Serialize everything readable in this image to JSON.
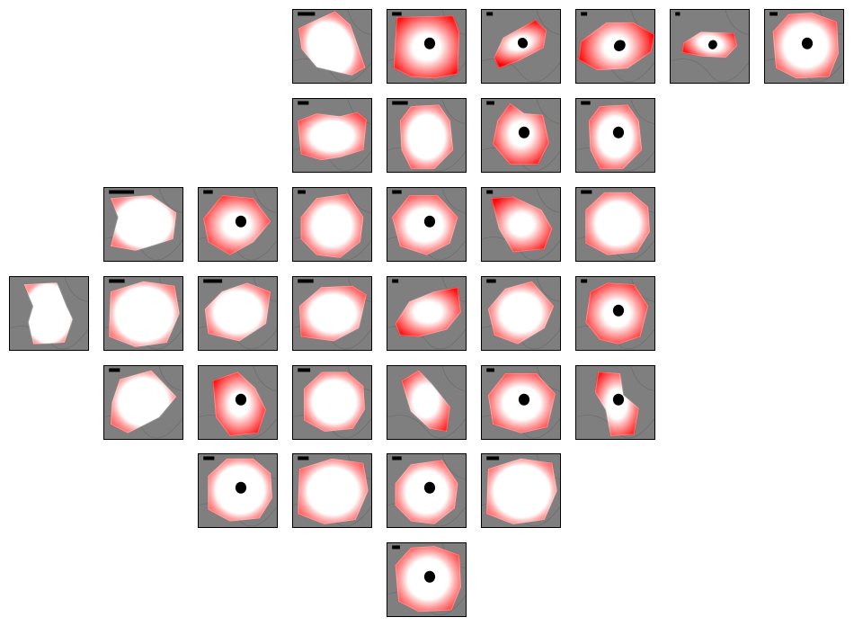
{
  "figure": {
    "background": "#ffffff",
    "tile_background": "#7f7f7f",
    "cell_fill": "#ffffff",
    "cell_edge_stain": "#ff0000",
    "nucleus_color": "#000000",
    "scale_bar_color": "#000000"
  },
  "tiles": [
    {
      "name": "tile-r0-c3",
      "row": 0,
      "col": 3,
      "shape": "A",
      "nucleus": false,
      "stain": 0.35,
      "bar": 22,
      "rot": -20,
      "scale": 1.0
    },
    {
      "name": "tile-r0-c4",
      "row": 0,
      "col": 4,
      "shape": "B",
      "nucleus": true,
      "stain": 0.9,
      "bar": 12,
      "rot": 0,
      "scale": 1.0
    },
    {
      "name": "tile-r0-c5",
      "row": 0,
      "col": 5,
      "shape": "C",
      "nucleus": true,
      "stain": 1.0,
      "bar": 8,
      "rot": -18,
      "scale": 0.9
    },
    {
      "name": "tile-r0-c6",
      "row": 0,
      "col": 6,
      "shape": "D",
      "nucleus": true,
      "stain": 1.0,
      "bar": 8,
      "rot": 35,
      "scale": 1.0
    },
    {
      "name": "tile-r0-c7",
      "row": 0,
      "col": 7,
      "shape": "C",
      "nucleus": true,
      "stain": 0.85,
      "bar": 6,
      "rot": 15,
      "scale": 0.8
    },
    {
      "name": "tile-r0-c8",
      "row": 0,
      "col": 8,
      "shape": "E",
      "nucleus": true,
      "stain": 0.55,
      "bar": 10,
      "rot": 0,
      "scale": 1.0
    },
    {
      "name": "tile-r1-c3",
      "row": 1,
      "col": 3,
      "shape": "F",
      "nucleus": false,
      "stain": 0.6,
      "bar": 14,
      "rot": 0,
      "scale": 1.0
    },
    {
      "name": "tile-r1-c4",
      "row": 1,
      "col": 4,
      "shape": "G",
      "nucleus": false,
      "stain": 0.5,
      "bar": 20,
      "rot": 0,
      "scale": 1.0
    },
    {
      "name": "tile-r1-c5",
      "row": 1,
      "col": 5,
      "shape": "H",
      "nucleus": true,
      "stain": 0.95,
      "bar": 10,
      "rot": 0,
      "scale": 1.0
    },
    {
      "name": "tile-r1-c6",
      "row": 1,
      "col": 6,
      "shape": "G",
      "nucleus": true,
      "stain": 0.6,
      "bar": 12,
      "rot": 0,
      "scale": 1.0
    },
    {
      "name": "tile-r2-c1",
      "row": 2,
      "col": 1,
      "shape": "I",
      "nucleus": false,
      "stain": 0.25,
      "bar": 32,
      "rot": 0,
      "scale": 1.0
    },
    {
      "name": "tile-r2-c2",
      "row": 2,
      "col": 2,
      "shape": "J",
      "nucleus": true,
      "stain": 0.95,
      "bar": 12,
      "rot": 0,
      "scale": 1.0
    },
    {
      "name": "tile-r2-c3",
      "row": 2,
      "col": 3,
      "shape": "K",
      "nucleus": false,
      "stain": 0.6,
      "bar": 10,
      "rot": 0,
      "scale": 1.0
    },
    {
      "name": "tile-r2-c4",
      "row": 2,
      "col": 4,
      "shape": "L",
      "nucleus": true,
      "stain": 0.7,
      "bar": 12,
      "rot": 0,
      "scale": 1.0
    },
    {
      "name": "tile-r2-c5",
      "row": 2,
      "col": 5,
      "shape": "M",
      "nucleus": false,
      "stain": 0.95,
      "bar": 8,
      "rot": 0,
      "scale": 1.0
    },
    {
      "name": "tile-r2-c6",
      "row": 2,
      "col": 6,
      "shape": "N",
      "nucleus": false,
      "stain": 0.5,
      "bar": 14,
      "rot": 0,
      "scale": 1.0
    },
    {
      "name": "tile-r3-c0",
      "row": 3,
      "col": 0,
      "shape": "O",
      "nucleus": false,
      "stain": 0.1,
      "bar": 0,
      "rot": 0,
      "scale": 1.0
    },
    {
      "name": "tile-r3-c1",
      "row": 3,
      "col": 1,
      "shape": "P",
      "nucleus": false,
      "stain": 0.3,
      "bar": 20,
      "rot": 0,
      "scale": 1.0
    },
    {
      "name": "tile-r3-c2",
      "row": 3,
      "col": 2,
      "shape": "Q",
      "nucleus": false,
      "stain": 0.45,
      "bar": 24,
      "rot": 0,
      "scale": 1.0
    },
    {
      "name": "tile-r3-c3",
      "row": 3,
      "col": 3,
      "shape": "R",
      "nucleus": false,
      "stain": 0.5,
      "bar": 20,
      "rot": 0,
      "scale": 1.0
    },
    {
      "name": "tile-r3-c4",
      "row": 3,
      "col": 4,
      "shape": "S",
      "nucleus": false,
      "stain": 0.9,
      "bar": 8,
      "rot": 0,
      "scale": 1.0
    },
    {
      "name": "tile-r3-c5",
      "row": 3,
      "col": 5,
      "shape": "T",
      "nucleus": false,
      "stain": 0.6,
      "bar": 12,
      "rot": 0,
      "scale": 1.0
    },
    {
      "name": "tile-r3-c6",
      "row": 3,
      "col": 6,
      "shape": "U",
      "nucleus": true,
      "stain": 0.9,
      "bar": 8,
      "rot": 0,
      "scale": 1.0
    },
    {
      "name": "tile-r4-c1",
      "row": 4,
      "col": 1,
      "shape": "V",
      "nucleus": false,
      "stain": 0.4,
      "bar": 14,
      "rot": 0,
      "scale": 1.0
    },
    {
      "name": "tile-r4-c2",
      "row": 4,
      "col": 2,
      "shape": "W",
      "nucleus": true,
      "stain": 1.0,
      "bar": 0,
      "rot": 0,
      "scale": 1.0
    },
    {
      "name": "tile-r4-c3",
      "row": 4,
      "col": 3,
      "shape": "N",
      "nucleus": false,
      "stain": 0.45,
      "bar": 16,
      "rot": 0,
      "scale": 0.95
    },
    {
      "name": "tile-r4-c4",
      "row": 4,
      "col": 4,
      "shape": "X",
      "nucleus": false,
      "stain": 0.75,
      "bar": 0,
      "rot": 0,
      "scale": 1.0
    },
    {
      "name": "tile-r4-c5",
      "row": 4,
      "col": 5,
      "shape": "Y",
      "nucleus": true,
      "stain": 0.7,
      "bar": 10,
      "rot": 0,
      "scale": 1.0
    },
    {
      "name": "tile-r4-c6",
      "row": 4,
      "col": 6,
      "shape": "Z",
      "nucleus": true,
      "stain": 0.85,
      "bar": 0,
      "rot": 0,
      "scale": 1.0
    },
    {
      "name": "tile-r5-c2",
      "row": 5,
      "col": 2,
      "shape": "N",
      "nucleus": true,
      "stain": 0.4,
      "bar": 14,
      "rot": 0,
      "scale": 1.0
    },
    {
      "name": "tile-r5-c3",
      "row": 5,
      "col": 3,
      "shape": "P",
      "nucleus": false,
      "stain": 0.45,
      "bar": 14,
      "rot": 0,
      "scale": 1.0
    },
    {
      "name": "tile-r5-c4",
      "row": 5,
      "col": 4,
      "shape": "K",
      "nucleus": true,
      "stain": 0.55,
      "bar": 12,
      "rot": 0,
      "scale": 1.0
    },
    {
      "name": "tile-r5-c5",
      "row": 5,
      "col": 5,
      "shape": "P",
      "nucleus": false,
      "stain": 0.35,
      "bar": 16,
      "rot": 0,
      "scale": 1.0
    },
    {
      "name": "tile-r6-c4",
      "row": 6,
      "col": 4,
      "shape": "E",
      "nucleus": true,
      "stain": 0.6,
      "bar": 10,
      "rot": 0,
      "scale": 1.0
    }
  ]
}
